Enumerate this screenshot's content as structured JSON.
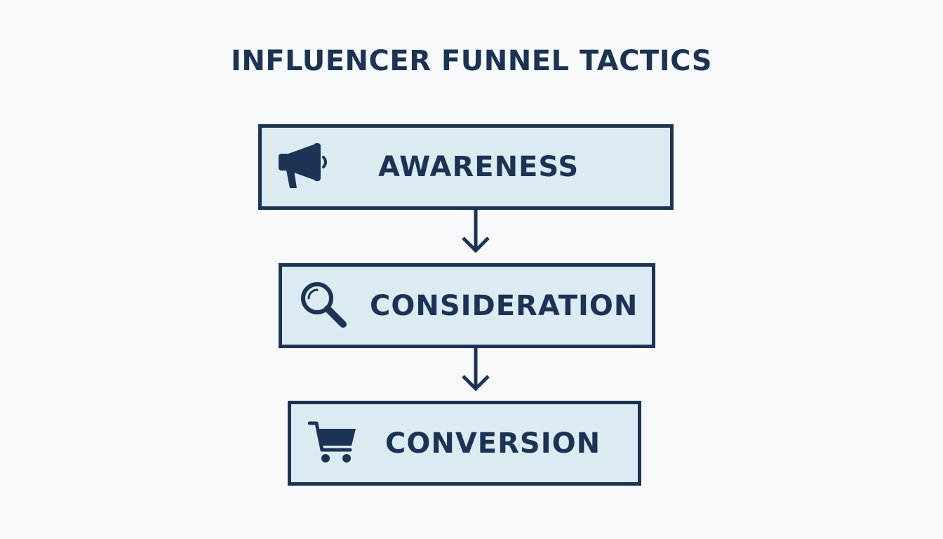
{
  "title": "INFLUENCER FUNNEL TACTICS",
  "colors": {
    "stroke": "#1b3354",
    "box_fill": "#dcebf1",
    "background": "#f7f9fb"
  },
  "stages": [
    {
      "label": "AWARENESS",
      "icon": "megaphone-icon"
    },
    {
      "label": "CONSIDERATION",
      "icon": "magnifying-glass-icon"
    },
    {
      "label": "CONVERSION",
      "icon": "shopping-cart-icon"
    }
  ],
  "connectors": [
    {
      "from": "AWARENESS",
      "to": "CONSIDERATION",
      "icon": "arrow-down-icon"
    },
    {
      "from": "CONSIDERATION",
      "to": "CONVERSION",
      "icon": "arrow-down-icon"
    }
  ]
}
